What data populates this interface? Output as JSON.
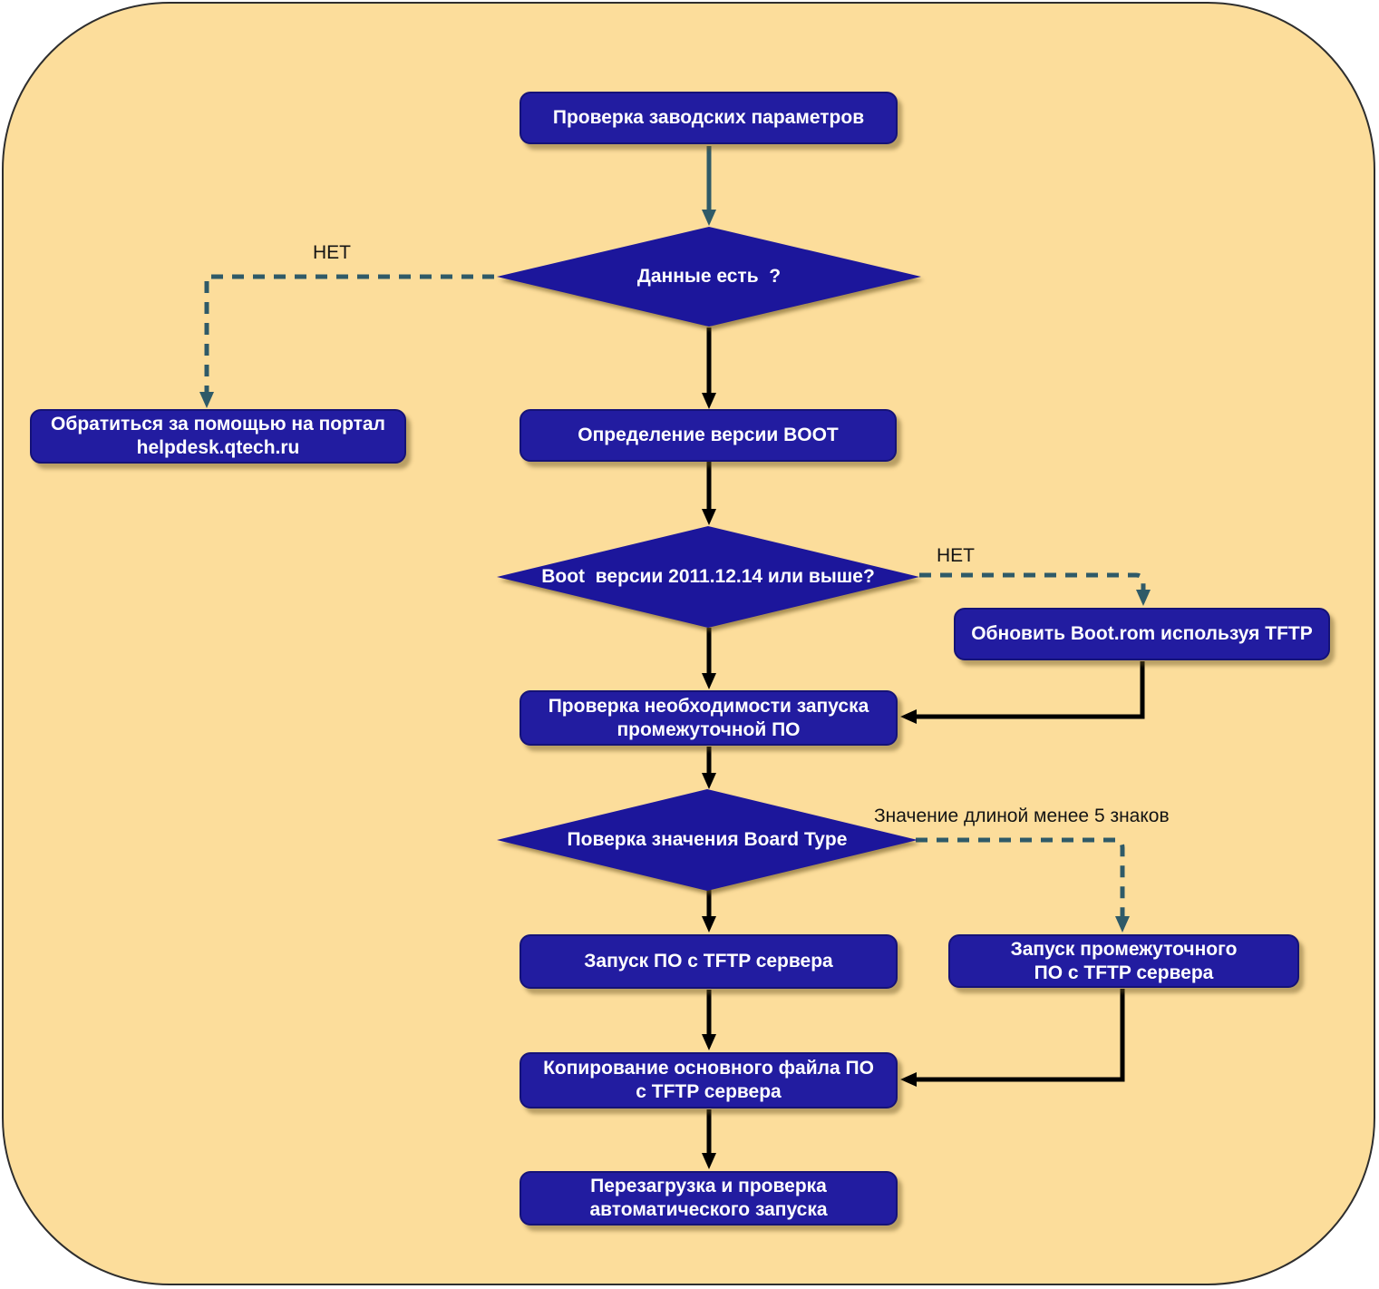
{
  "diagram": {
    "title_hint": "QTECH boot/recovery flowchart",
    "palette": {
      "panel_background": "#FCDD9B",
      "panel_border": "#2e2e2e",
      "node_fill": "#221CA0",
      "diamond_fill": "#1C169B",
      "node_text": "#FFFFFF",
      "solid_connector": "#000000",
      "dashed_connector": "#2F5A68",
      "label_text": "#141414"
    },
    "nodes": {
      "start": {
        "type": "process",
        "lines": [
          "Проверка заводских параметров"
        ]
      },
      "decision_data": {
        "type": "decision",
        "lines": [
          "Данные есть  ?"
        ]
      },
      "helpdesk": {
        "type": "process",
        "lines": [
          "Обратиться за помощью на портал",
          "helpdesk.qtech.ru"
        ]
      },
      "boot_version": {
        "type": "process",
        "lines": [
          "Определение версии BOOT"
        ]
      },
      "decision_boot": {
        "type": "decision",
        "lines": [
          "Boot  версии 2011.12.14 или выше?"
        ]
      },
      "update_boot": {
        "type": "process",
        "lines": [
          "Обновить Boot.rom используя TFTP"
        ]
      },
      "check_need": {
        "type": "process",
        "lines": [
          "Проверка необходимости запуска",
          "промежуточной ПО"
        ]
      },
      "decision_board": {
        "type": "decision",
        "lines": [
          "Поверка значения Board Type"
        ]
      },
      "start_tftp": {
        "type": "process",
        "lines": [
          "Запуск ПО с TFTP сервера"
        ]
      },
      "start_intermediate": {
        "type": "process",
        "lines": [
          "Запуск промежуточного",
          "ПО с TFTP сервера"
        ]
      },
      "copy_main": {
        "type": "process",
        "lines": [
          "Копирование основного файла ПО",
          "с TFTP сервера"
        ]
      },
      "reboot": {
        "type": "process",
        "lines": [
          "Перезагрузка и проверка",
          "автоматического запуска"
        ]
      }
    },
    "edge_labels": {
      "no_data": "НЕТ",
      "no_boot": "НЕТ",
      "board_length": "Значение длиной менее 5 знаков"
    }
  }
}
